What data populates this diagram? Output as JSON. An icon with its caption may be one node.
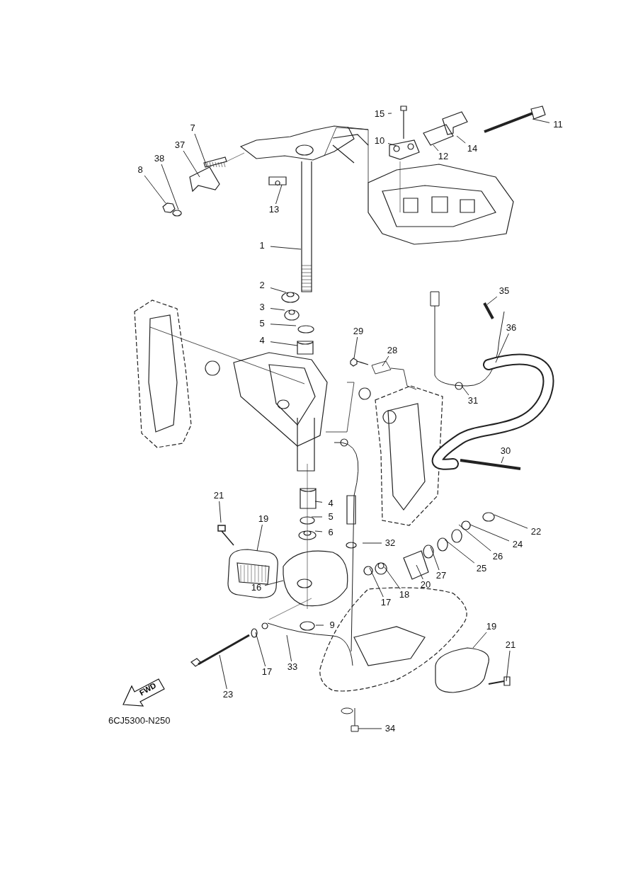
{
  "diagram": {
    "nodes": [
      {
        "text": [
          "15"
        ]
      },
      {
        "text": [
          "11"
        ]
      },
      {
        "text": [
          "7"
        ]
      },
      {
        "text": [
          "10"
        ]
      },
      {
        "text": [
          "37"
        ]
      },
      {
        "text": [
          "14"
        ]
      },
      {
        "text": [
          "12"
        ]
      },
      {
        "text": [
          "38"
        ]
      },
      {
        "text": [
          "8"
        ]
      },
      {
        "text": [
          "13"
        ]
      },
      {
        "text": [
          "1"
        ]
      },
      {
        "text": [
          "2"
        ]
      },
      {
        "text": [
          "35"
        ]
      },
      {
        "text": [
          "3"
        ]
      },
      {
        "text": [
          "5"
        ]
      },
      {
        "text": [
          "36"
        ]
      },
      {
        "text": [
          "29"
        ]
      },
      {
        "text": [
          "4"
        ]
      },
      {
        "text": [
          "28"
        ]
      },
      {
        "text": [
          "31"
        ]
      },
      {
        "text": [
          "30"
        ]
      },
      {
        "text": [
          "21"
        ]
      },
      {
        "text": [
          "4"
        ]
      },
      {
        "text": [
          "5"
        ]
      },
      {
        "text": [
          "19"
        ]
      },
      {
        "text": [
          "22"
        ]
      },
      {
        "text": [
          "6"
        ]
      },
      {
        "text": [
          "32"
        ]
      },
      {
        "text": [
          "24"
        ]
      },
      {
        "text": [
          "26"
        ]
      },
      {
        "text": [
          "25"
        ]
      },
      {
        "text": [
          "27"
        ]
      },
      {
        "text": [
          "20"
        ]
      },
      {
        "text": [
          "16"
        ]
      },
      {
        "text": [
          "18"
        ]
      },
      {
        "text": [
          "17"
        ]
      },
      {
        "text": [
          "9"
        ]
      },
      {
        "text": [
          "19"
        ]
      },
      {
        "text": [
          "21"
        ]
      },
      {
        "text": [
          "33"
        ]
      },
      {
        "text": [
          "17"
        ]
      },
      {
        "text": [
          "23"
        ]
      },
      {
        "text": [
          "34"
        ]
      },
      {
        "text": [
          "FWD"
        ]
      }
    ],
    "edges": [
      {
        "from": 0,
        "to": null,
        "arrow": "none"
      },
      {
        "from": 1,
        "to": null,
        "arrow": "none"
      },
      {
        "from": 2,
        "to": null,
        "arrow": "none"
      },
      {
        "from": 3,
        "to": null,
        "arrow": "none"
      },
      {
        "from": 4,
        "to": null,
        "arrow": "none"
      },
      {
        "from": 5,
        "to": null,
        "arrow": "none"
      },
      {
        "from": 6,
        "to": null,
        "arrow": "none"
      },
      {
        "from": 7,
        "to": null,
        "arrow": "none"
      },
      {
        "from": 8,
        "to": null,
        "arrow": "none"
      },
      {
        "from": 9,
        "to": null,
        "arrow": "none"
      },
      {
        "from": 10,
        "to": null,
        "arrow": "none"
      },
      {
        "from": 11,
        "to": null,
        "arrow": "none"
      },
      {
        "from": 12,
        "to": null,
        "arrow": "none"
      },
      {
        "from": 13,
        "to": null,
        "arrow": "none"
      },
      {
        "from": 14,
        "to": null,
        "arrow": "none"
      },
      {
        "from": 15,
        "to": null,
        "arrow": "none"
      },
      {
        "from": 16,
        "to": null,
        "arrow": "none"
      },
      {
        "from": 17,
        "to": null,
        "arrow": "none"
      },
      {
        "from": 18,
        "to": null,
        "arrow": "none"
      },
      {
        "from": 19,
        "to": null,
        "arrow": "none"
      },
      {
        "from": 20,
        "to": null,
        "arrow": "none"
      },
      {
        "from": 21,
        "to": null,
        "arrow": "none"
      },
      {
        "from": 22,
        "to": null,
        "arrow": "none"
      },
      {
        "from": 23,
        "to": null,
        "arrow": "none"
      },
      {
        "from": 24,
        "to": null,
        "arrow": "none"
      },
      {
        "from": 25,
        "to": null,
        "arrow": "none"
      },
      {
        "from": 26,
        "to": null,
        "arrow": "none"
      },
      {
        "from": 27,
        "to": null,
        "arrow": "none"
      },
      {
        "from": 28,
        "to": null,
        "arrow": "none"
      },
      {
        "from": 29,
        "to": null,
        "arrow": "none"
      },
      {
        "from": 30,
        "to": null,
        "arrow": "none"
      },
      {
        "from": 31,
        "to": null,
        "arrow": "none"
      },
      {
        "from": 32,
        "to": null,
        "arrow": "none"
      },
      {
        "from": 33,
        "to": null,
        "arrow": "none"
      },
      {
        "from": 34,
        "to": null,
        "arrow": "none"
      },
      {
        "from": 35,
        "to": null,
        "arrow": "none"
      },
      {
        "from": 36,
        "to": null,
        "arrow": "none"
      },
      {
        "from": 37,
        "to": null,
        "arrow": "none"
      },
      {
        "from": 38,
        "to": null,
        "arrow": "none"
      },
      {
        "from": 39,
        "to": null,
        "arrow": "none"
      },
      {
        "from": 40,
        "to": null,
        "arrow": "none"
      },
      {
        "from": 41,
        "to": null,
        "arrow": "none"
      },
      {
        "from": 42,
        "to": null,
        "arrow": "none"
      }
    ],
    "labels": [
      "6CJ5300-N250"
    ]
  }
}
